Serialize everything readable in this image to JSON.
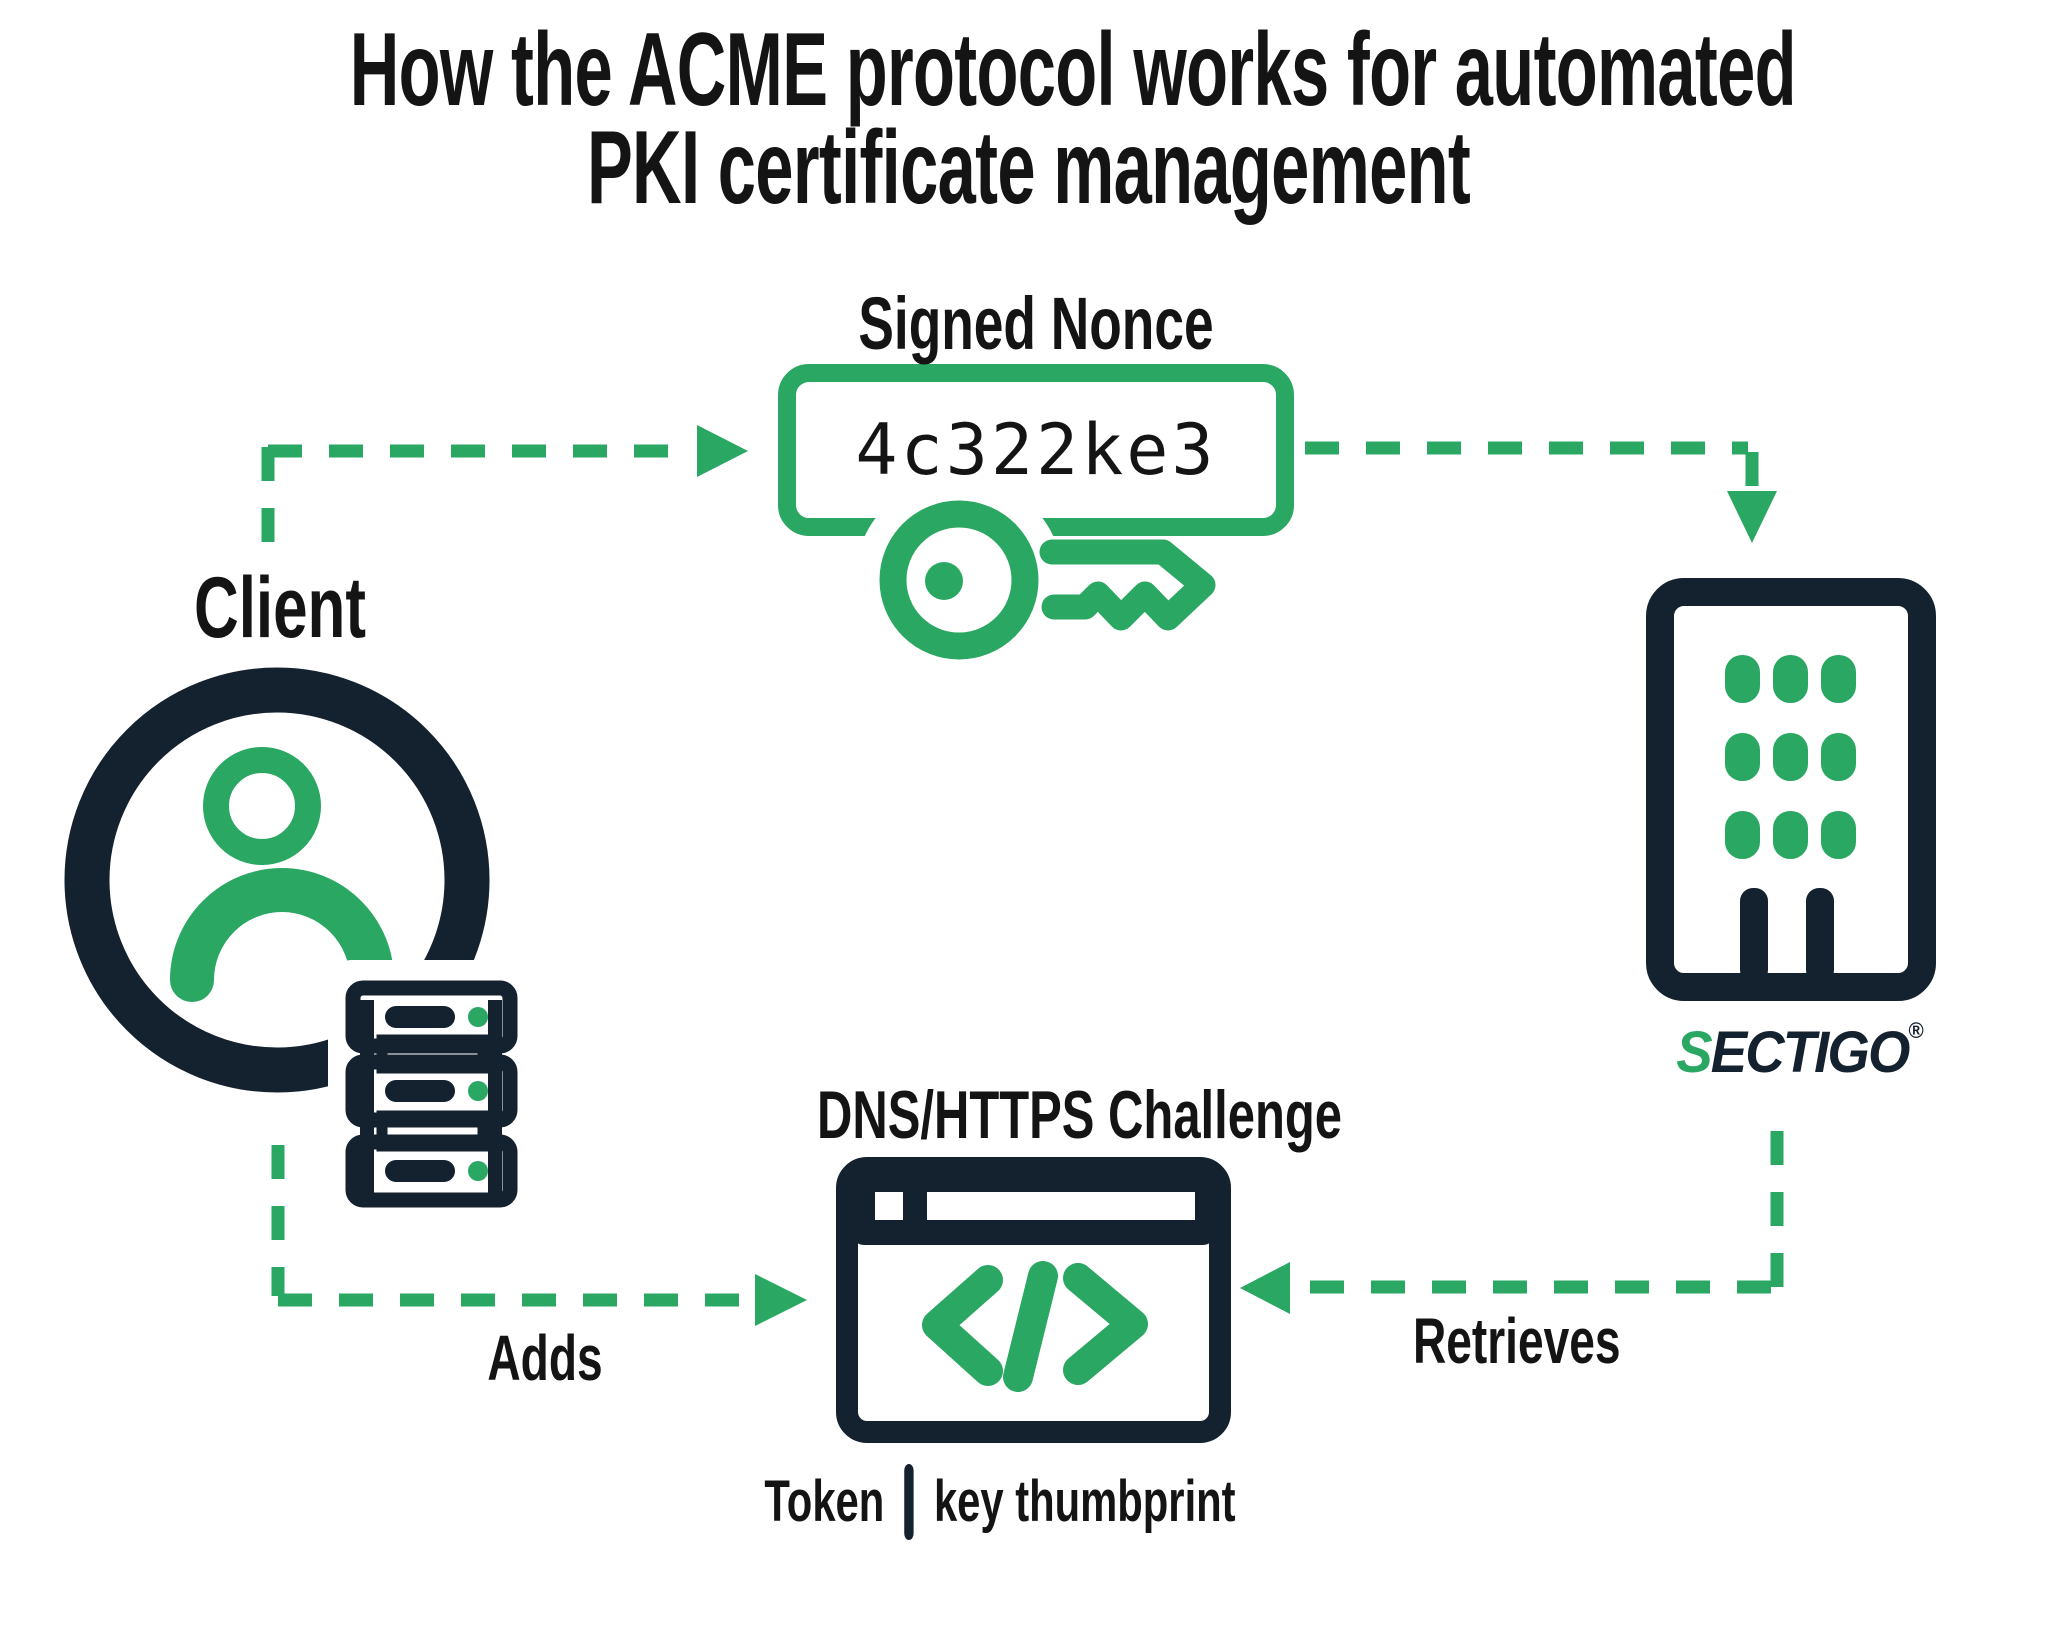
{
  "title": {
    "line1": "How the ACME protocol works for automated",
    "line2": "PKI certificate management"
  },
  "client": {
    "label": "Client"
  },
  "signed_nonce": {
    "label": "Signed Nonce",
    "value": "4c322ke3"
  },
  "certificate_authority": {
    "brand_initial": "S",
    "brand_rest": "ECTIGO",
    "registered_mark": "®"
  },
  "challenge": {
    "label": "DNS/HTTPS Challenge",
    "token_label": "Token",
    "thumbprint_label": "key thumbprint"
  },
  "flows": {
    "adds": "Adds",
    "retrieves": "Retrieves"
  },
  "colors": {
    "green": "#2AA763",
    "navy": "#14212E",
    "text": "#141414",
    "background": "#FFFFFF"
  },
  "icons": [
    "user-icon",
    "server-stack-icon",
    "key-icon",
    "signed-nonce-box",
    "building-icon",
    "browser-window-icon",
    "code-icon",
    "dashed-arrow-client-to-nonce",
    "dashed-arrow-nonce-to-ca",
    "dashed-arrow-adds",
    "dashed-arrow-retrieves"
  ]
}
